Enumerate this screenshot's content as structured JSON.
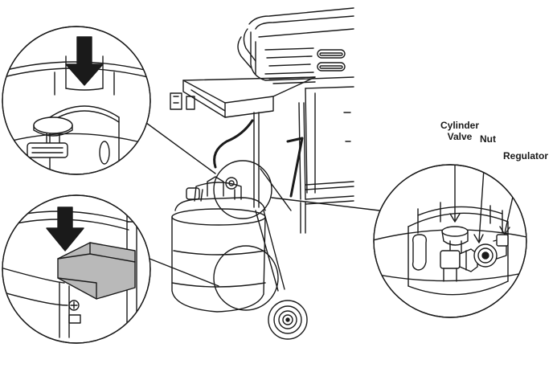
{
  "labels": {
    "cylinder_valve_line1": "Cylinder",
    "cylinder_valve_line2": "Valve",
    "nut": "Nut",
    "regulator": "Regulator"
  },
  "colors": {
    "ink": "#1a1a1a",
    "bracket_fill": "#b9b9b9",
    "background": "#ffffff"
  }
}
